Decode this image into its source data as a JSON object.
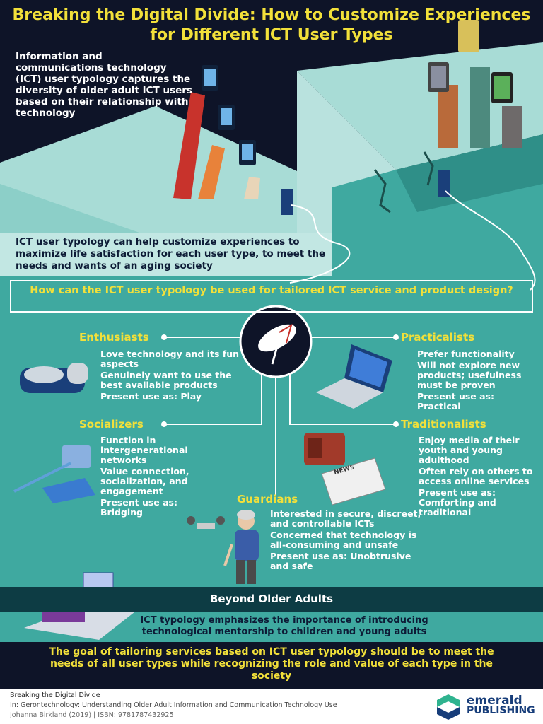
{
  "title": {
    "line1": "Breaking the Digital Divide: How to Customize Experiences",
    "line2": "for Different ICT User Types"
  },
  "intro_text": "Information and communications technology (ICT) user typology captures the diversity of older adult ICT users based on their relationship with technology",
  "intro2_text": "ICT user typology can help customize experiences to maximize life satisfaction for each user type, to meet the needs and wants of an aging society",
  "question": "How can the ICT user typology be used for tailored ICT service and product design?",
  "types": {
    "enthusiasts": {
      "name": "Enthusiasts",
      "lines": [
        "Love technology and its fun aspects",
        "Genuinely want to use the best available products",
        "Present use as: Play"
      ]
    },
    "practicalists": {
      "name": "Practicalists",
      "lines": [
        "Prefer functionality",
        "Will not explore new products; usefulness must be proven",
        "Present use as: Practical"
      ]
    },
    "socializers": {
      "name": "Socializers",
      "lines": [
        "Function in intergenerational networks",
        "Value connection, socialization, and engagement",
        "Present use as: Bridging"
      ]
    },
    "traditionalists": {
      "name": "Traditionalists",
      "lines": [
        "Enjoy media of their youth and young adulthood",
        "Often rely on others to access online services",
        "Present use as: Comforting and traditional"
      ]
    },
    "guardians": {
      "name": "Guardians",
      "lines": [
        "Interested in secure, discreet, and controllable ICTs",
        "Concerned that technology is all-consuming and unsafe",
        "Present use as: Unobtrusive and safe"
      ]
    }
  },
  "newspaper_label": "NEWS",
  "beyond": {
    "title": "Beyond Older Adults",
    "text": "ICT typology emphasizes the importance of introducing technological mentorship to children and young adults"
  },
  "goal": "The goal of tailoring services based on ICT user typology should be to meet the needs of all user types while recognizing the role and value of each type in the society",
  "footer": {
    "line1": "Breaking the Digital Divide",
    "line2": "In: Gerontechnology: Understanding Older Adult Information and Communication Technology Use",
    "line3": "Johanna Birkland (2019) | ISBN: 9781787432925"
  },
  "logo": {
    "line1": "emerald",
    "line2": "PUBLISHING"
  },
  "colors": {
    "accent_yellow": "#f2e03a",
    "teal": "#3fa9a0",
    "navy": "#0e1428",
    "light_teal": "#9fd4d0"
  }
}
